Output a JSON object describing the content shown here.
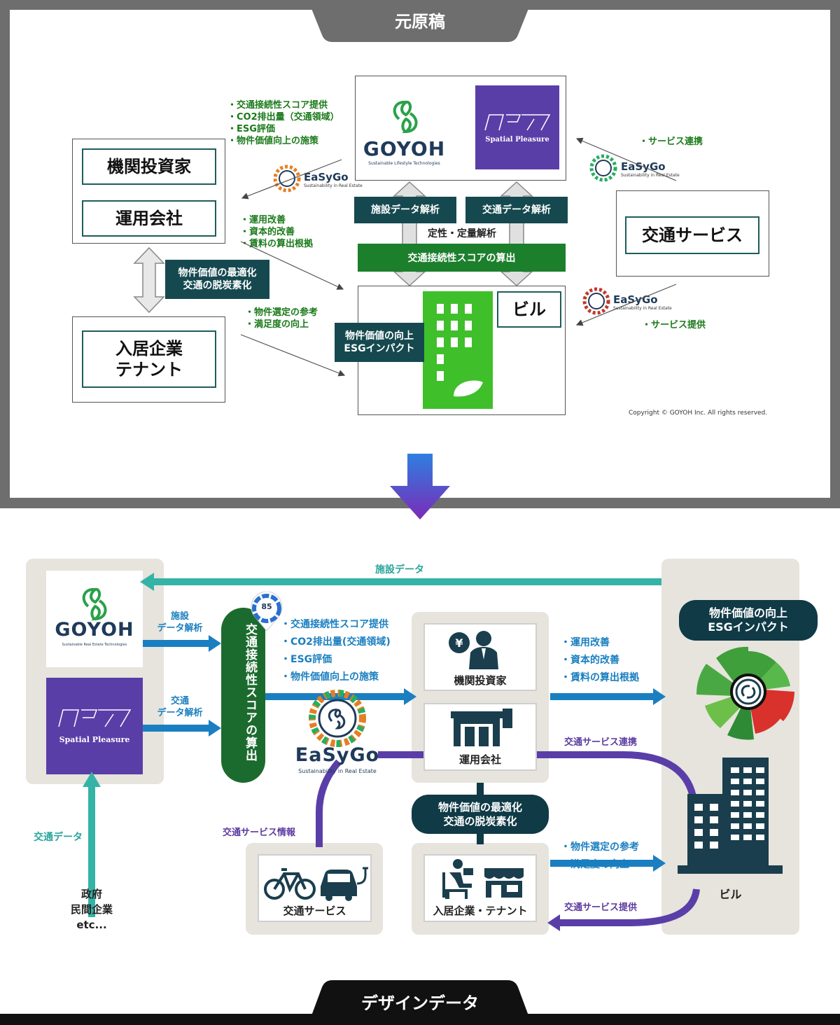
{
  "header_top": "元原稿",
  "header_bottom": "デザインデータ",
  "original": {
    "institutional_investor": "機関投資家",
    "asset_manager": "運用会社",
    "tenant": "入居企業\nテナント",
    "transport_service": "交通サービス",
    "building": "ビル",
    "goyoh_logo": "GOYOH",
    "goyoh_tagline": "Sustainable Lifestyle Technologies",
    "spatial_logo": "Spatial Pleasure",
    "easygo_logo": "EaSyGo",
    "easygo_tagline": "Sustainability in Real Estate",
    "facility_analysis": "施設データ解析",
    "transport_analysis": "交通データ解析",
    "qual_quant": "定性・定量解析",
    "score_calc": "交通接続性スコアの算出",
    "optimize": "物件価値の最適化\n交通の脱炭素化",
    "value_up": "物件価値の向上\nESGインパクト",
    "list_goyoh": "・交通接続性スコア提供\n・CO2排出量（交通領域）\n・ESG評価\n・物件価値向上の施策",
    "list_investor": "・運用改善\n・資本的改善\n・賃料の算出根拠",
    "list_tenant": "・物件選定の参考\n・満足度の向上",
    "service_link": "・サービス連携",
    "service_provide": "・サービス提供",
    "copyright": "Copyright © GOYOH Inc. All rights reserved."
  },
  "design": {
    "goyoh_logo": "GOYOH",
    "goyoh_tagline": "Sustainable Real Estate Technologies",
    "spatial_logo": "Spatial Pleasure",
    "facility_data": "施設データ",
    "facility_analysis": "施設\nデータ解析",
    "transport_analysis": "交通\nデータ解析",
    "score_calc": "交通接続性スコアの算出",
    "score_badge": "85",
    "list_goyoh": "・交通接続性スコア提供\n・CO2排出量(交通領域)\n・ESG評価\n・物件価値向上の施策",
    "easygo_logo": "EaSyGo",
    "easygo_tagline": "Sustainability in Real Estate",
    "institutional_investor": "機関投資家",
    "asset_manager": "運用会社",
    "list_investor": "・運用改善\n・資本的改善\n・賃料の算出根拠",
    "value_up": "物件価値の向上\nESGインパクト",
    "service_link": "交通サービス連携",
    "optimize": "物件価値の最適化\n交通の脱炭素化",
    "transport_info": "交通サービス情報",
    "transport_data": "交通データ",
    "sources": "政府\n民間企業\netc...",
    "transport_service": "交通サービス",
    "tenant": "入居企業・テナント",
    "list_tenant": "・物件選定の参考\n・満足度の向上",
    "service_provide": "交通サービス提供",
    "building": "ビル"
  },
  "colors": {
    "dark_teal": "#15494f",
    "green": "#1c7f2c",
    "purple": "#5a3ea8",
    "blue": "#1a7fc0",
    "teal": "#35b3a6",
    "gray_frame": "#6e6e6e"
  }
}
